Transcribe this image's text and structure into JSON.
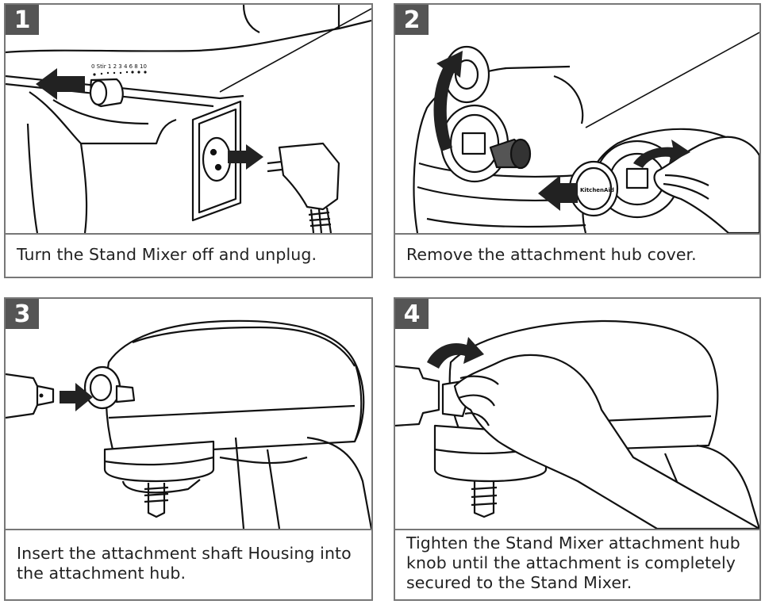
{
  "steps": [
    {
      "number": "1",
      "caption": "Turn the Stand Mixer off and unplug."
    },
    {
      "number": "2",
      "caption": "Remove the attachment hub cover."
    },
    {
      "number": "3",
      "caption": "Insert the attachment shaft Housing into the attachment hub."
    },
    {
      "number": "4",
      "caption": "Tighten the Stand Mixer attachment hub knob until the attachment is completely secured to the Stand Mixer."
    }
  ],
  "illustrations": {
    "speed_scale": "0 Stir 1 2 3 4 6 8 10",
    "hub_cover_brand": "KitchenAid"
  }
}
